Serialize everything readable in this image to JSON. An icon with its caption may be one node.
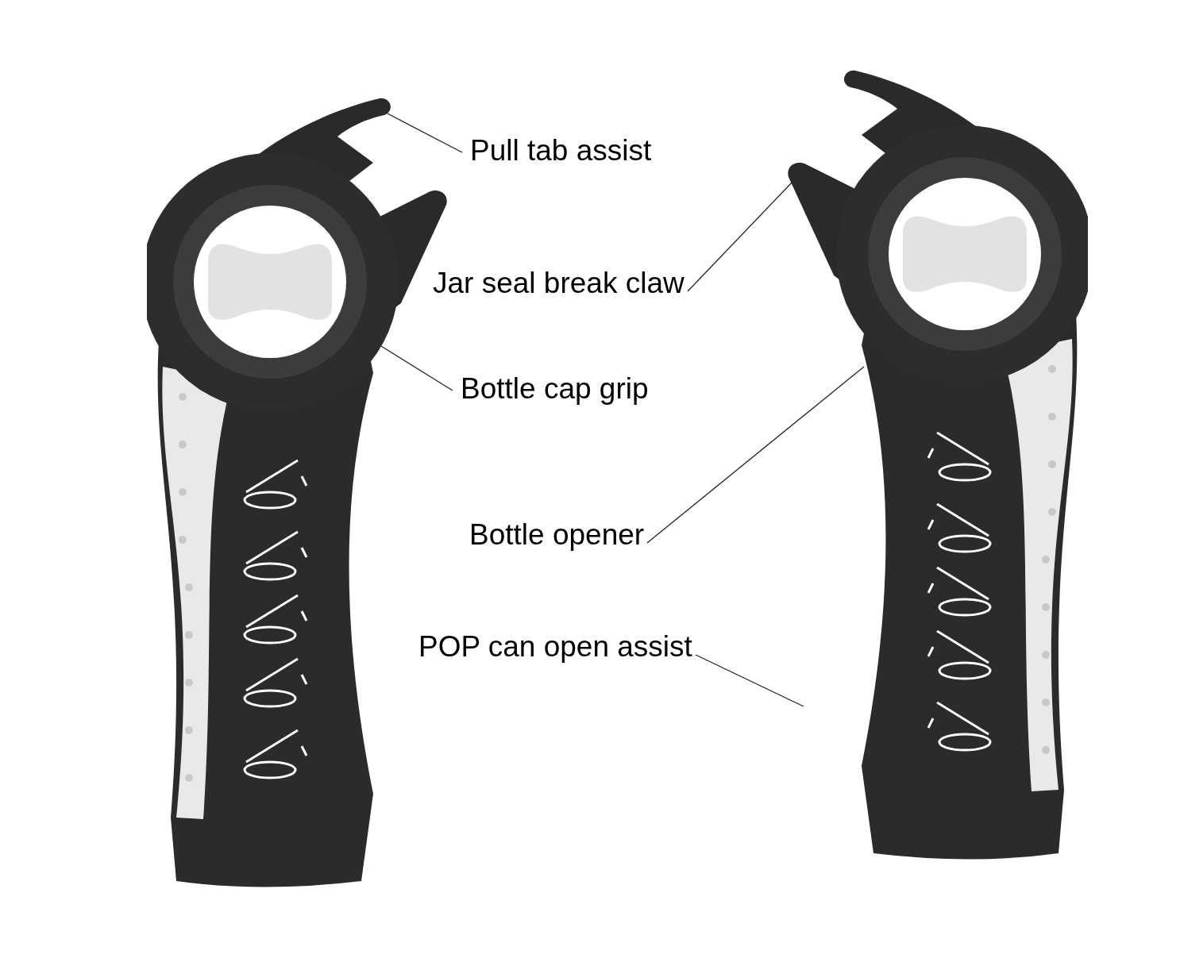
{
  "diagram": {
    "nodes": [
      {
        "text": [
          "Pull tab assist"
        ]
      },
      {
        "text": [
          "Jar seal break claw"
        ]
      },
      {
        "text": [
          "Bottle cap grip"
        ]
      },
      {
        "text": [
          "Bottle opener"
        ]
      },
      {
        "text": [
          "POP can open assist"
        ]
      }
    ],
    "edges": [
      {
        "from": 0,
        "to": null,
        "arrow": "none"
      },
      {
        "from": 1,
        "to": null,
        "arrow": "none"
      },
      {
        "from": 2,
        "to": null,
        "arrow": "none"
      },
      {
        "from": 3,
        "to": null,
        "arrow": "none"
      },
      {
        "from": 4,
        "to": null,
        "arrow": "none"
      }
    ]
  }
}
